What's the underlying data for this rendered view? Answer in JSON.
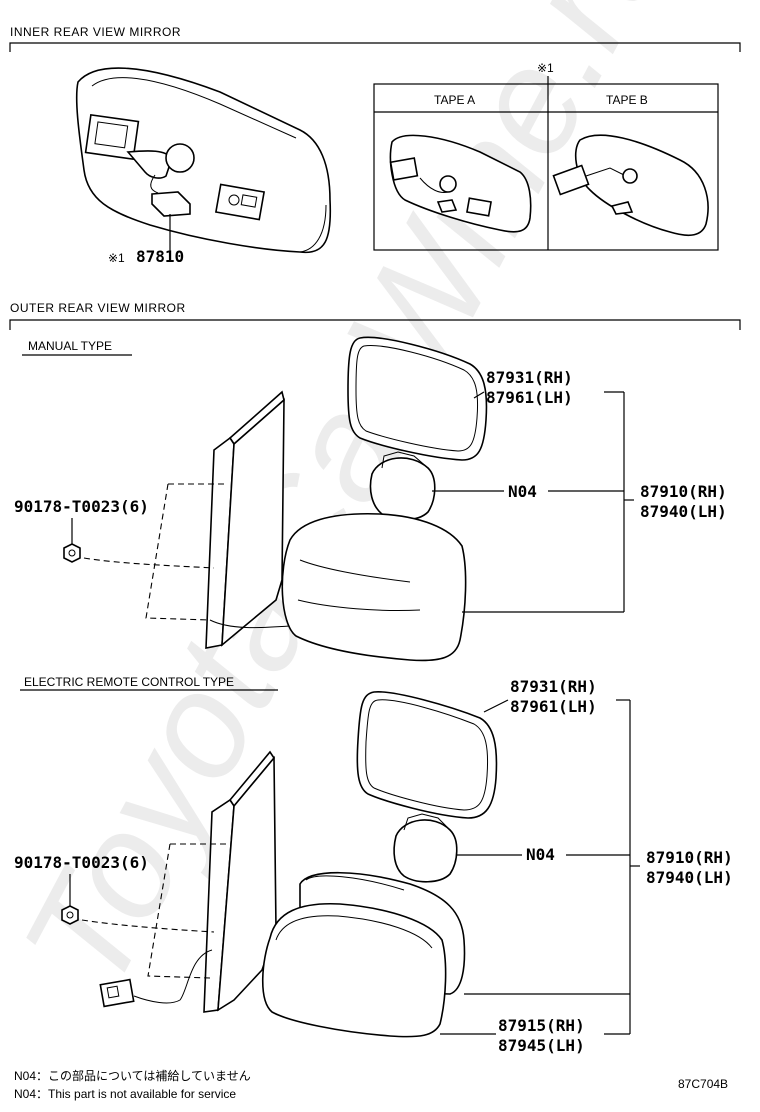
{
  "sections": {
    "inner_title": "INNER REAR VIEW MIRROR",
    "outer_title": "OUTER REAR VIEW MIRROR",
    "manual_type": "MANUAL TYPE",
    "electric_type": "ELECTRIC REMOTE CONTROL TYPE"
  },
  "inner": {
    "ref_mark": "※1",
    "part_mark": "※1",
    "part_no": "87810",
    "tape_a": "TAPE A",
    "tape_b": "TAPE B"
  },
  "manual": {
    "nut": "90178-T0023(6)",
    "glass_rh": "87931(RH)",
    "glass_lh": "87961(LH)",
    "actuator": "N04",
    "assy_rh": "87910(RH)",
    "assy_lh": "87940(LH)"
  },
  "electric": {
    "nut": "90178-T0023(6)",
    "glass_rh": "87931(RH)",
    "glass_lh": "87961(LH)",
    "actuator": "N04",
    "assy_rh": "87910(RH)",
    "assy_lh": "87940(LH)",
    "cover_rh": "87915(RH)",
    "cover_lh": "87945(LH)"
  },
  "notes": {
    "n04_jp": "N04：この部品については補給していません",
    "n04_en": "N04：This part is not available for service"
  },
  "figure_code": "87C704B",
  "watermark": "ToyotaCarWine.ru"
}
